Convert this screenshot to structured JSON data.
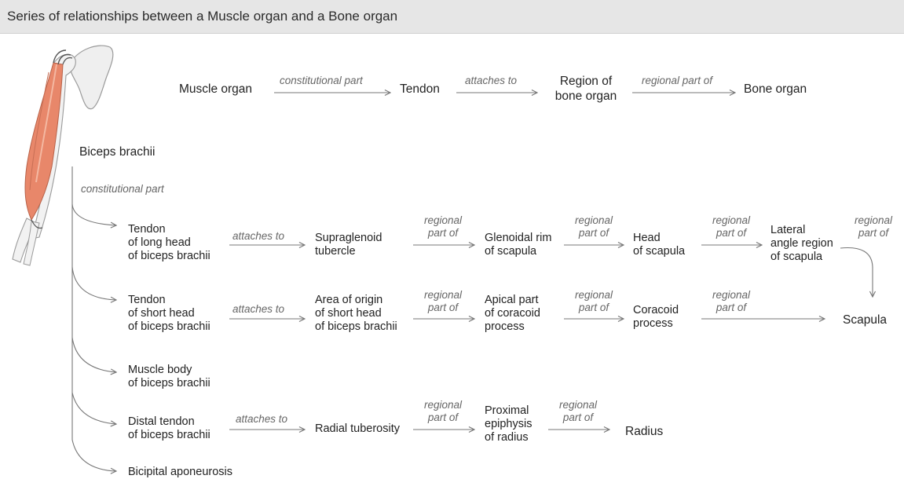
{
  "title": "Series of relationships between a Muscle organ and a Bone organ",
  "colors": {
    "muscle": "#e8876a",
    "bone": "#ededed",
    "arrow": "#777777",
    "title_bar": "#e6e6e6"
  },
  "top_chain": {
    "muscle_organ": "Muscle organ",
    "rel1": "constitutional part",
    "tendon": "Tendon",
    "rel2": "attaches to",
    "region": "Region of\nbone organ",
    "rel3": "regional part of",
    "bone_organ": "Bone organ"
  },
  "biceps": "Biceps brachii",
  "constitutional_part": "constitutional part",
  "row1": {
    "tendon": "Tendon\nof long head\nof biceps brachii",
    "rel_attach": "attaches to",
    "supraglenoid": "Supraglenoid\ntubercle",
    "rel_a": "regional\npart of",
    "glenoidal": "Glenoidal rim\nof scapula",
    "rel_b": "regional\npart of",
    "head": "Head\nof scapula",
    "rel_c": "regional\npart of",
    "lateral": "Lateral\nangle region\nof scapula",
    "rel_d": "regional\npart of"
  },
  "row2": {
    "tendon": "Tendon\nof short head\nof biceps brachii",
    "rel_attach": "attaches to",
    "area": "Area of origin\nof short head\nof biceps brachii",
    "rel_a": "regional\npart of",
    "apical": "Apical part\nof coracoid\nprocess",
    "rel_b": "regional\npart of",
    "coracoid": "Coracoid\nprocess",
    "rel_c": "regional\npart of",
    "scapula": "Scapula"
  },
  "row3": {
    "muscle_body": "Muscle body\nof biceps brachii"
  },
  "row4": {
    "distal": "Distal tendon\nof biceps brachii",
    "rel_attach": "attaches to",
    "radial": "Radial tuberosity",
    "rel_a": "regional\npart of",
    "proximal": "Proximal\nepiphysis\nof radius",
    "rel_b": "regional\npart of",
    "radius": "Radius"
  },
  "row5": {
    "aponeurosis": "Bicipital aponeurosis"
  }
}
